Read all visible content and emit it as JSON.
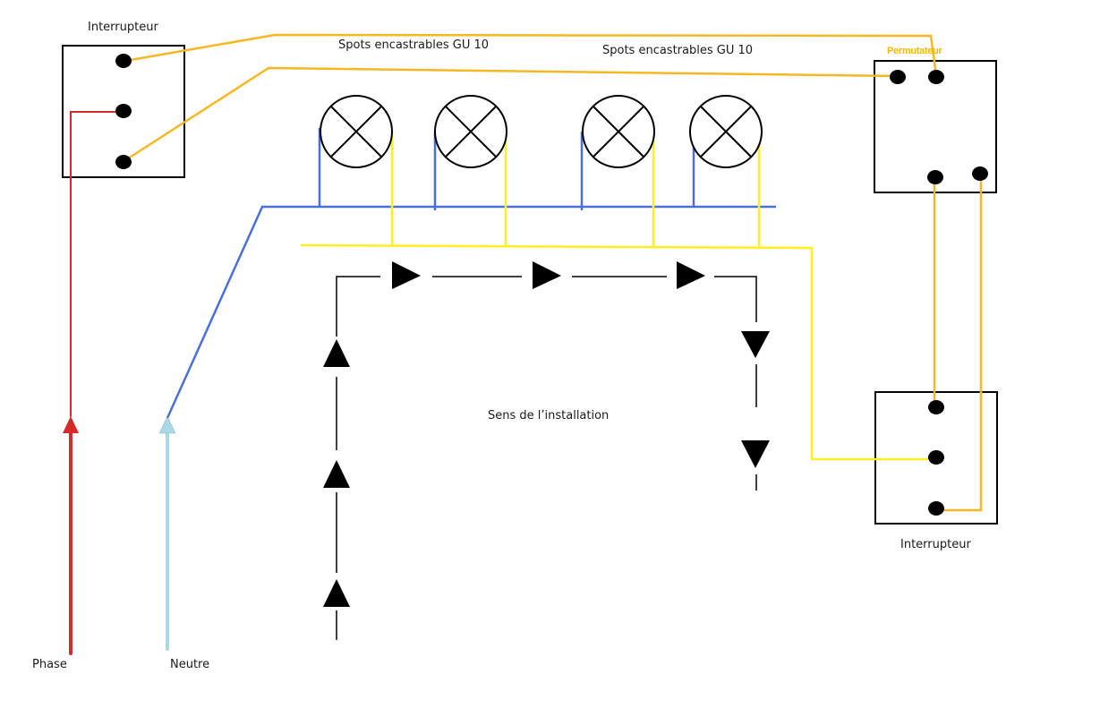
{
  "labels": {
    "switch_top_left": "Interrupteur",
    "switch_bottom_right": "Interrupteur",
    "spots_left": "Spots encastrables GU 10",
    "spots_right": "Spots encastrables GU 10",
    "permutator": "Permutateur",
    "direction": "Sens de l’installation",
    "phase": "Phase",
    "neutral": "Neutre"
  },
  "colors": {
    "phase": "#d42a2a",
    "neutral_supply": "#a9d8e6",
    "neutral_wire": "#4a6fdc",
    "return_wire": "#ffee22",
    "traveller_wire": "#f5b823",
    "arrow": "#000000",
    "box_border": "#000000",
    "terminal": "#000000"
  }
}
